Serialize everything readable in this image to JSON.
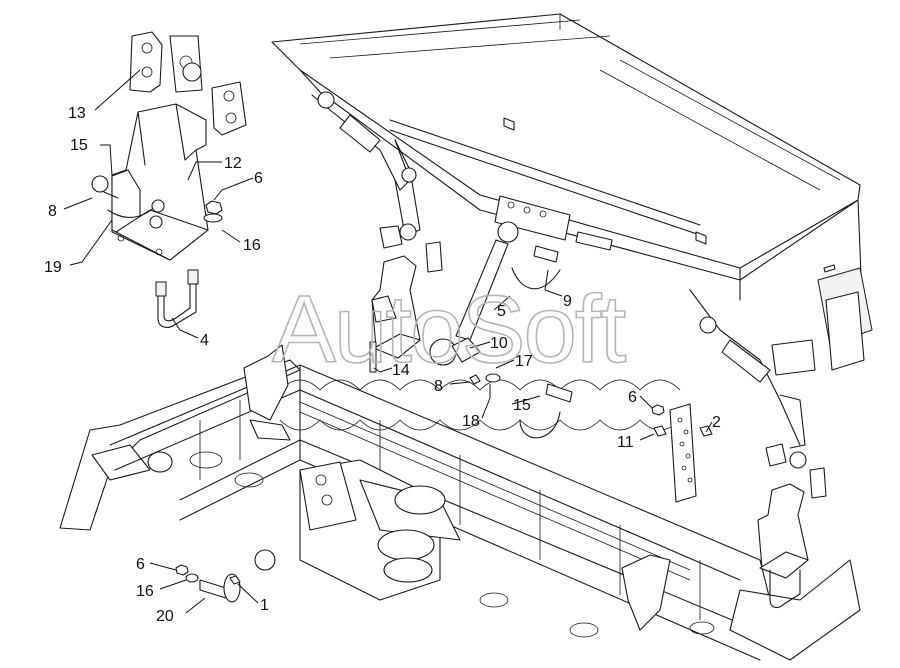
{
  "watermark": "AutoSoft",
  "callouts": [
    {
      "id": "13",
      "text": "13"
    },
    {
      "id": "15a",
      "text": "15"
    },
    {
      "id": "12",
      "text": "12"
    },
    {
      "id": "6a",
      "text": "6"
    },
    {
      "id": "8a",
      "text": "8"
    },
    {
      "id": "16a",
      "text": "16"
    },
    {
      "id": "19",
      "text": "19"
    },
    {
      "id": "4",
      "text": "4"
    },
    {
      "id": "9",
      "text": "9"
    },
    {
      "id": "5",
      "text": "5"
    },
    {
      "id": "10",
      "text": "10"
    },
    {
      "id": "14",
      "text": "14"
    },
    {
      "id": "17",
      "text": "17"
    },
    {
      "id": "8b",
      "text": "8"
    },
    {
      "id": "15b",
      "text": "15"
    },
    {
      "id": "18",
      "text": "18"
    },
    {
      "id": "6b",
      "text": "6"
    },
    {
      "id": "2",
      "text": "2"
    },
    {
      "id": "11",
      "text": "11"
    },
    {
      "id": "6c",
      "text": "6"
    },
    {
      "id": "16b",
      "text": "16"
    },
    {
      "id": "20",
      "text": "20"
    },
    {
      "id": "1",
      "text": "1"
    }
  ]
}
